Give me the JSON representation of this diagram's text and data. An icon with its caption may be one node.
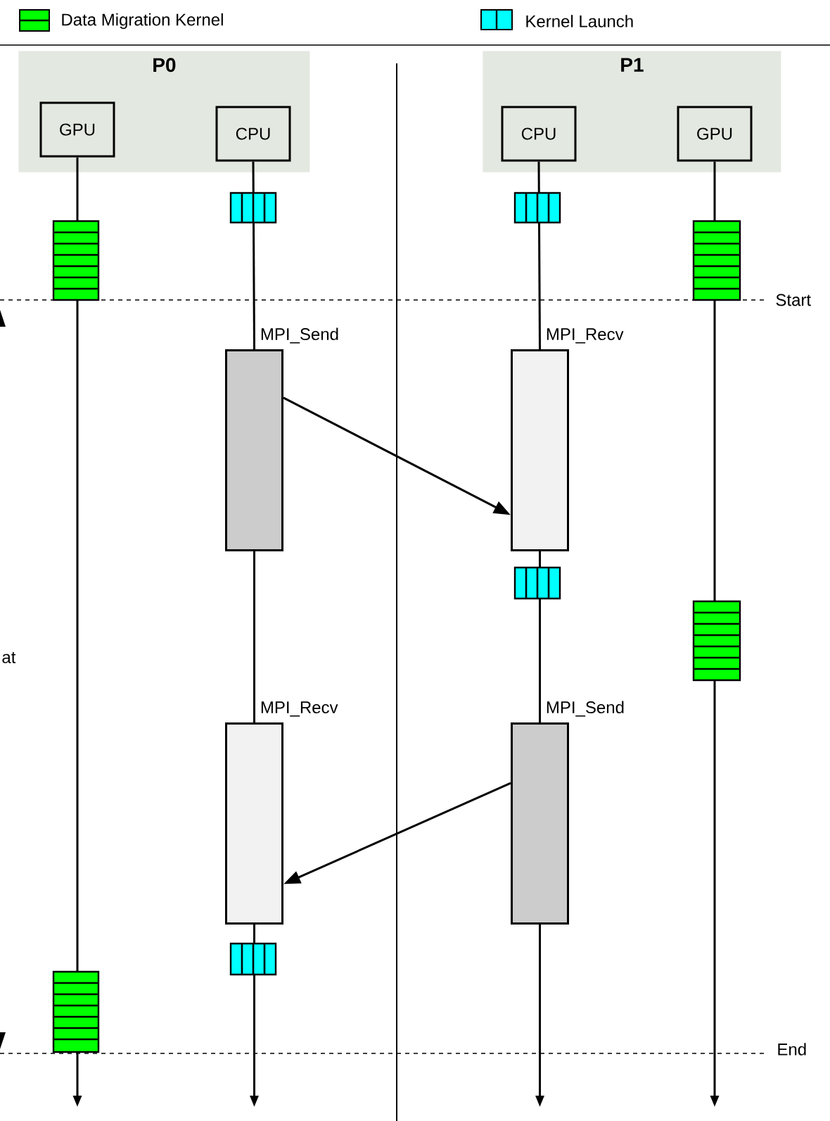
{
  "diagram": {
    "nodes": [
      {
        "text": [
          "P0"
        ]
      },
      {
        "text": [
          "GPU"
        ],
        "in": 0
      },
      {
        "text": [
          "CPU"
        ],
        "in": 0
      },
      {
        "text": [
          "P1"
        ]
      },
      {
        "text": [
          "CPU"
        ],
        "in": 3
      },
      {
        "text": [
          "GPU"
        ],
        "in": 3
      },
      {
        "text": [],
        "shape": "box",
        "beside": [
          "MPI_Send"
        ]
      },
      {
        "text": [],
        "shape": "box",
        "beside": [
          "MPI_Recv"
        ]
      },
      {
        "text": [],
        "shape": "box",
        "beside": [
          "MPI_Recv"
        ]
      },
      {
        "text": [],
        "shape": "box",
        "beside": [
          "MPI_Send"
        ]
      }
    ],
    "edges": [
      {
        "from": 1,
        "to": null,
        "arrow": "to"
      },
      {
        "from": 2,
        "to": 6,
        "arrow": "none"
      },
      {
        "from": 6,
        "to": 8,
        "arrow": "none"
      },
      {
        "from": 8,
        "to": null,
        "arrow": "to"
      },
      {
        "from": 4,
        "to": 7,
        "arrow": "none"
      },
      {
        "from": 7,
        "to": 9,
        "arrow": "none"
      },
      {
        "from": 9,
        "to": null,
        "arrow": "to"
      },
      {
        "from": 5,
        "to": null,
        "arrow": "to"
      },
      {
        "from": 6,
        "to": 7,
        "arrow": "to"
      },
      {
        "from": 9,
        "to": 8,
        "arrow": "to"
      }
    ],
    "labels": [
      "Start",
      "at",
      "End"
    ],
    "legend": [
      {
        "text": "Data Migration Kernel",
        "color": "#00ff00"
      },
      {
        "text": "Kernel Launch",
        "color": "#00ffff"
      }
    ]
  }
}
